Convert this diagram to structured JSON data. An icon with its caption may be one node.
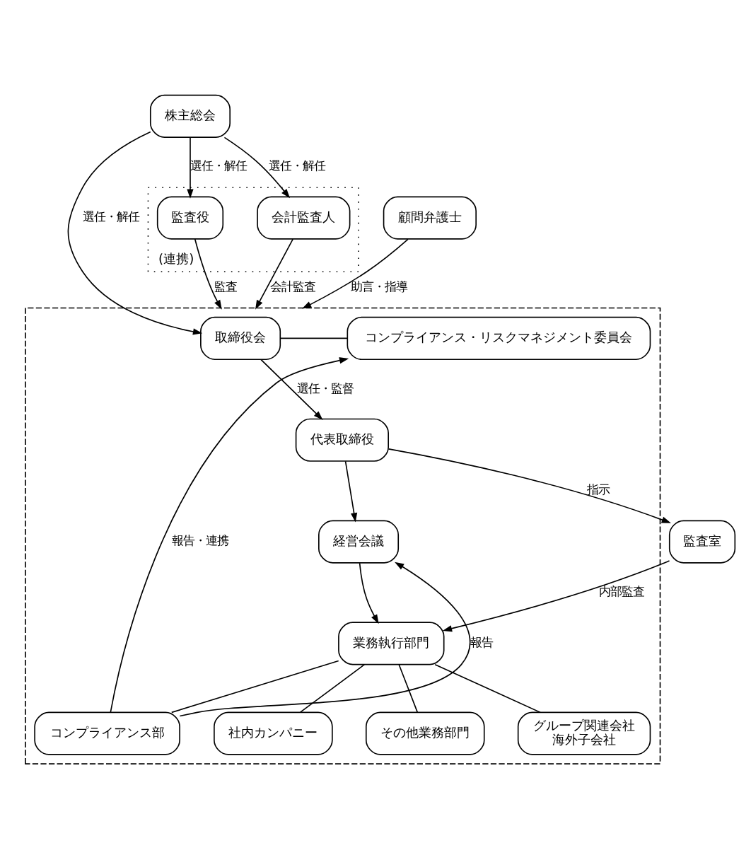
{
  "diagram": {
    "nodes": [
      {
        "text": [
          "株主総会"
        ]
      },
      {
        "text": [],
        "shape": "box"
      },
      {
        "text": [
          "(連携)"
        ]
      },
      {
        "text": [
          "監査役"
        ],
        "in": 2
      },
      {
        "text": [
          "取締役会"
        ],
        "in": 1
      },
      {
        "text": [
          "コンプライアンス・リスクマネジメント委員会"
        ],
        "in": 1
      },
      {
        "text": [
          "監査室"
        ]
      },
      {
        "text": [
          "代表取締役"
        ],
        "in": 1
      },
      {
        "text": [
          "会計監査人"
        ],
        "in": 2
      },
      {
        "text": [
          "経営会議"
        ],
        "in": 1
      },
      {
        "text": [
          "業務執行部門"
        ],
        "in": 1
      },
      {
        "text": [
          "顧問弁護士"
        ]
      },
      {
        "text": [
          "コンプライアンス部"
        ],
        "in": 1
      },
      {
        "text": [
          "社内カンパニー"
        ],
        "in": 1
      },
      {
        "text": [
          "その他業務部門"
        ],
        "in": 1
      },
      {
        "text": [
          "グループ関連会社",
          "海外子会社"
        ],
        "in": 1
      }
    ],
    "edges": [
      {
        "from": 0,
        "to": 8,
        "arrow": "to",
        "label": "選任・解任"
      },
      {
        "from": 0,
        "to": 3,
        "arrow": "to",
        "label": "選任・解任"
      },
      {
        "from": 0,
        "to": 4,
        "arrow": "to",
        "label": "選任・解任"
      },
      {
        "from": 3,
        "to": 1,
        "arrow": "to",
        "label": "監査"
      },
      {
        "from": 8,
        "to": 1,
        "arrow": "to",
        "label": "会計監査"
      },
      {
        "from": 4,
        "to": 7,
        "arrow": "to",
        "label": "選任・監督"
      },
      {
        "from": 4,
        "to": 5,
        "arrow": "none"
      },
      {
        "from": 7,
        "to": 6,
        "arrow": "to",
        "label": "指示"
      },
      {
        "from": 7,
        "to": 9,
        "arrow": "to"
      },
      {
        "from": 6,
        "to": 10,
        "arrow": "to",
        "label": "内部監査"
      },
      {
        "from": 9,
        "to": 10,
        "arrow": "to"
      },
      {
        "from": 12,
        "to": 5,
        "arrow": "to",
        "label": "報告・連携"
      },
      {
        "from": 12,
        "to": 9,
        "arrow": "to",
        "label": "報告"
      },
      {
        "from": 11,
        "to": 1,
        "arrow": "to",
        "label": "助言・指導"
      },
      {
        "from": 10,
        "to": 12,
        "arrow": "none"
      },
      {
        "from": 10,
        "to": 13,
        "arrow": "none"
      },
      {
        "from": 10,
        "to": 14,
        "arrow": "none"
      },
      {
        "from": 10,
        "to": 15,
        "arrow": "none"
      }
    ]
  }
}
